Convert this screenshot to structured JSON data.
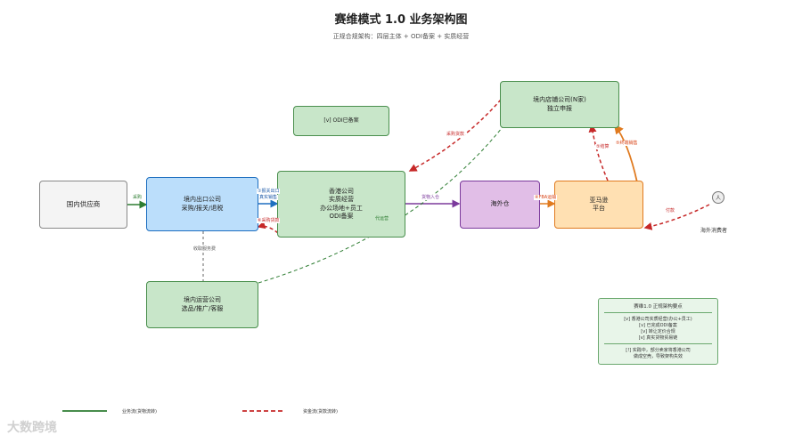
{
  "title": "赛维模式 1.0 业务架构图",
  "subtitle": "正规合规架构：四层主体 + ODI备案 + 实质经营",
  "nodes": {
    "supplier": {
      "l1": "国内供应商"
    },
    "export_co": {
      "l1": "境内出口公司",
      "l2": "采购/报关/退税"
    },
    "hk_co": {
      "l1": "香港公司",
      "l2": "实质经营",
      "l3": "办公场地+员工",
      "l4": "ODI备案",
      "sub": "代运营"
    },
    "odi_tag": {
      "l1": "[v] ODI已备案"
    },
    "overseas_wh": {
      "l1": "海外仓"
    },
    "amazon": {
      "l1": "亚马逊",
      "l2": "平台"
    },
    "store_co": {
      "l1": "境内店铺公司(N家)",
      "l2": "独立申报"
    },
    "ops_co": {
      "l1": "境内运营公司",
      "l2": "选品/推广/客服"
    },
    "consumer": {
      "l1": "海外消费者"
    }
  },
  "edges": {
    "purchase": "采购",
    "export_real": [
      "①报关出口",
      "真实销售"
    ],
    "fx_payment": "⑥采购货款",
    "goods_in": "货物入仓",
    "fba": "④FBA运输",
    "purchase_payment": "采购货款",
    "settlement": "⑤结算",
    "after_tax_profit": "⑤终端销售",
    "payment": "付款",
    "service_fee": "收取服务费"
  },
  "notes": {
    "title": "赛维1.0 正规架构要点",
    "items": [
      "[v] 香港公司实质经营(办公+员工)",
      "[v] 已完成ODI备案",
      "[v] 转让定价合规",
      "[v] 真实货物贸易链"
    ],
    "warning": [
      "[!] 实践中，部分卖家将香港公司",
      "做成空壳，导致架构失效"
    ]
  },
  "legend": {
    "business_flow": "业务流(货物流转)",
    "fund_flow": "资金流(货款流转)"
  },
  "watermark": "大数跨境",
  "colors": {
    "green": "#4a8f4d",
    "red": "#c62828",
    "purple": "#7b3a9c",
    "orange": "#e07a1f",
    "blue": "#1e6fc0"
  }
}
